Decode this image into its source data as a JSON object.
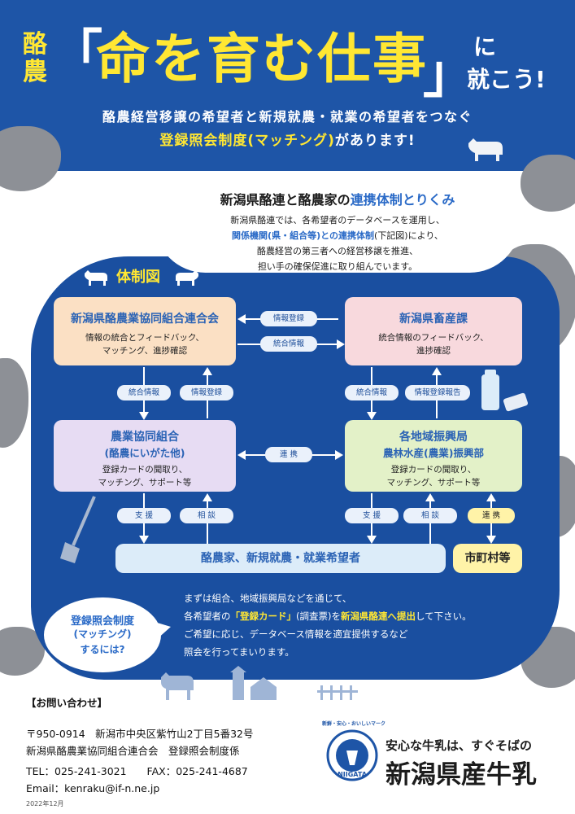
{
  "header": {
    "side_chars": "酪\n農",
    "title_open": "「",
    "title_main": "命を育む仕事",
    "title_close": "」",
    "title_tail1": "に",
    "title_tail2": "就こう!",
    "sub1": "酪農経営移譲の希望者と新規就農・就業の希望者をつなぐ",
    "sub2_hl": "登録照会制度(マッチング)",
    "sub2_rest": "があります!"
  },
  "bubble": {
    "title_a": "新潟県酪連と酪農家の",
    "title_b": "連携体制とりくみ",
    "l1": "新潟県酪連では、各希望者のデータベースを運用し、",
    "l2_hl": "関係機関(県・組合等)との連携体制",
    "l2_rest": "(下記図)により、",
    "l3": "酪農経営の第三者への経営移譲を推進、",
    "l4": "担い手の確保促進に取り組んでいます。"
  },
  "diagram": {
    "label": "体制図",
    "box_a": {
      "title": "新潟県酪農業協同組合連合会",
      "d1": "情報の統合とフィードバック、",
      "d2": "マッチング、進捗確認"
    },
    "box_b": {
      "title": "新潟県畜産課",
      "d1": "統合情報のフィードバック、",
      "d2": "進捗確認"
    },
    "box_c": {
      "title": "農業協同組合",
      "title2": "(酪農にいがた他)",
      "d1": "登録カードの聞取り、",
      "d2": "マッチング、サポート等"
    },
    "box_d": {
      "title": "各地域振興局",
      "title2": "農林水産(農業)振興部",
      "d1": "登録カードの聞取り、",
      "d2": "マッチング、サポート等"
    },
    "box_e": "酪農家、新規就農・就業希望者",
    "box_f": "市町村等",
    "p_joho_toroku": "情報登録",
    "p_togo_joho": "統合情報",
    "p_togo_joho_l": "統合情報",
    "p_joho_toroku_l": "情報登録",
    "p_togo_joho_r": "統合情報",
    "p_joho_toroku_hokoku": "情報登録報告",
    "p_renkei_mid": "連 携",
    "p_shien_l": "支 援",
    "p_sodan_l": "相 談",
    "p_shien_r": "支 援",
    "p_sodan_r": "相 談",
    "p_renkei_r": "連 携"
  },
  "howto": {
    "circle1": "登録照会制度",
    "circle2": "(マッチング)",
    "circle3": "するには?",
    "t1": "まずは組合、地域振興局などを通じて、",
    "t2a": "各希望者の",
    "t2b": "「登録カード」",
    "t2c": "(調査票)",
    "t2d": "を",
    "t2e": "新潟県酪連へ提出",
    "t2f": "して下さい。",
    "t3": "ご希望に応じ、データベース情報を適宜提供するなど",
    "t4": "照会を行ってまいります。"
  },
  "contact": {
    "label": "【お問い合わせ】",
    "address": "〒950-0914　新潟市中央区紫竹山2丁目5番32号",
    "org": "新潟県酪農業協同組合連合会　登録照会制度係",
    "tel": "TEL：025-241-3021　　FAX：025-241-4687",
    "email": "Email：kenraku@if-n.ne.jp",
    "date": "2022年12月"
  },
  "brand": {
    "logo_text": "NIIGATA",
    "logo_ring": "新鮮・安心・おいしいマーク",
    "slogan": "安心な牛乳は、すぐそばの",
    "name": "新潟県産牛乳"
  },
  "colors": {
    "blue": "#1e55a7",
    "yellow": "#ffe733",
    "box_a": "#fbe0c4",
    "box_b": "#f8d9dd",
    "box_c": "#e7dcf3",
    "box_d": "#e3f1c8",
    "box_e": "#dcecf9",
    "box_f": "#fff3a8",
    "red": "#e83d52"
  }
}
